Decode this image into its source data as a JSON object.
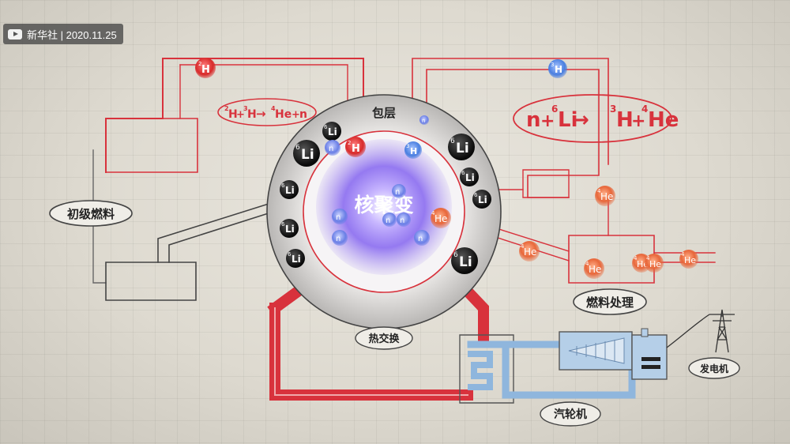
{
  "video_badge": {
    "icon": "video-play-icon",
    "text": "新华社 | 2020.11.25"
  },
  "labels": {
    "core": "核聚变",
    "blanket": "包层",
    "primary_fuel": "初级燃料",
    "fuel_processing": "燃料处理",
    "heat_exchange": "热交换",
    "turbine": "汽轮机",
    "generator": "发电机"
  },
  "equations": {
    "fusion": {
      "a": "2",
      "a_sym": "H",
      "plus1": "+",
      "b": "3",
      "b_sym": "H",
      "arrow": "→",
      "c": "4",
      "c_sym": "He",
      "plus2": "+",
      "d_sym": "n"
    },
    "breeding": {
      "a_sym": "n",
      "plus1": "+",
      "b": "6",
      "b_sym": "Li",
      "arrow": "→",
      "c": "3",
      "c_sym": "H",
      "plus2": "+",
      "d": "4",
      "d_sym": "He"
    }
  },
  "particles": {
    "deuterium": {
      "mass": "2",
      "sym": "H"
    },
    "tritium": {
      "mass": "3",
      "sym": "H"
    },
    "lithium": {
      "mass": "6",
      "sym": "Li"
    },
    "helium": {
      "mass": "4",
      "sym": "He"
    },
    "neutron": {
      "sym": "n"
    }
  },
  "colors": {
    "pipe_red": "#d8323c",
    "pipe_blue": "#8fb6dd",
    "plasma": "#8a6cf0",
    "lithium_ball": "#1a1a1a",
    "helium_ball": "#e8673a",
    "deuterium_ball": "#d82a2a",
    "tritium_ball": "#4a7fe0",
    "neutron_ball": "#6a7fe6"
  }
}
